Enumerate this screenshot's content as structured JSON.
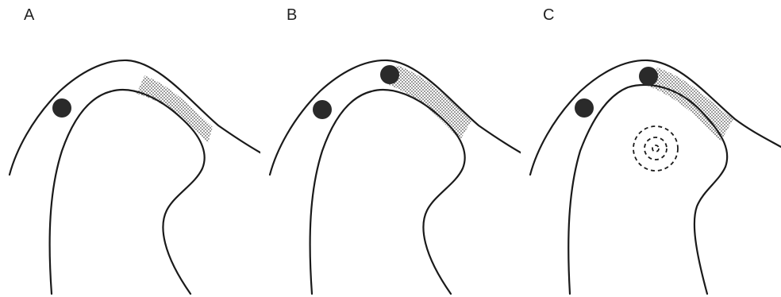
{
  "panels": [
    {
      "label": "A",
      "upper_dot": false,
      "target_rings": false
    },
    {
      "label": "B",
      "upper_dot": true,
      "target_rings": false
    },
    {
      "label": "C",
      "upper_dot": true,
      "target_rings": true
    }
  ],
  "colors": {
    "ink": "#1a1a1a",
    "dot": "#2a2a2a",
    "stipple": "#555555",
    "background": "#ffffff"
  }
}
